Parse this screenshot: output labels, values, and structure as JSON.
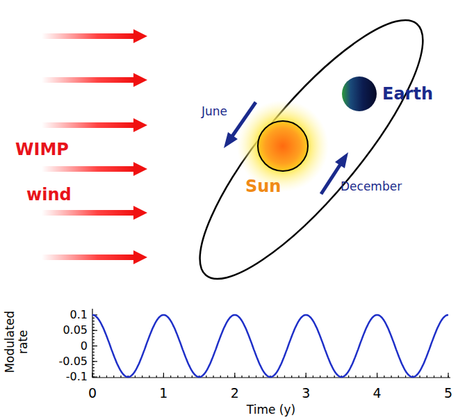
{
  "diagram": {
    "labels": [
      "WIMP",
      "wind",
      "June",
      "December",
      "Sun",
      "Earth",
      "0.1",
      "0.05",
      "0",
      "-0.05",
      "-0.1",
      "Modulated rate",
      "0",
      "1",
      "2",
      "3",
      "4",
      "5",
      "Time (y)"
    ]
  }
}
